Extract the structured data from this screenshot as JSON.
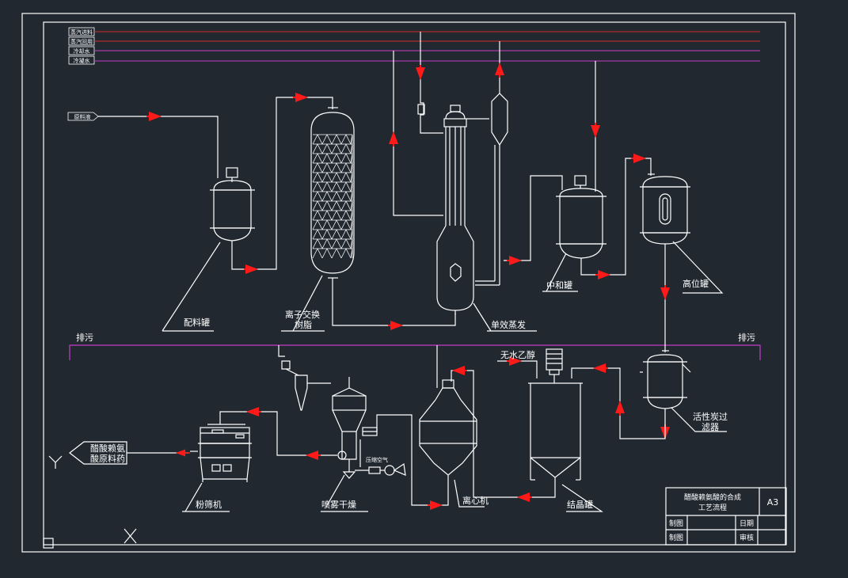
{
  "colors": {
    "background": "#212830",
    "line": "#ffffff",
    "steam_line": "#d42a2a",
    "water_line": "#c23bc9",
    "arrow": "#ff1a1a"
  },
  "utility_lines": [
    "蒸汽进料",
    "蒸汽回用",
    "冷却水",
    "冷凝水"
  ],
  "feed_label": "原料液",
  "drain": {
    "left": "排污",
    "right": "排污"
  },
  "equipment": {
    "batching_tank": "配料罐",
    "ion_exchange_l1": "离子交换",
    "ion_exchange_l2": "树脂",
    "evaporator": "单效蒸发",
    "neutralizer": "中和罐",
    "high_tank": "高位罐",
    "filter_l1": "活性炭过",
    "filter_l2": "滤器",
    "ethanol": "无水乙醇",
    "crystallizer": "结晶罐",
    "centrifuge": "离心机",
    "spray_dryer": "喷雾干燥",
    "dryer_air": "压缩空气",
    "sieve": "粉筛机",
    "product_l1": "醋酸赖氨",
    "product_l2": "酸原料药"
  },
  "title_block": {
    "title_l1": "醋酸赖氨酸的合成",
    "title_l2": "工艺流程",
    "sheet": "A3",
    "drawn_label": "制图",
    "drawn_value": "",
    "date_label": "日期",
    "date_value": "",
    "made_label": "制图",
    "made_value": "",
    "review_label": "审核",
    "review_value": ""
  }
}
